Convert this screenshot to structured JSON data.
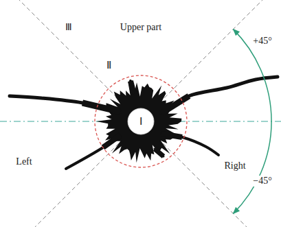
{
  "diagram": {
    "nodes": [
      {
        "text": [
          "Ⅱ"
        ]
      },
      {
        "text": [
          "Ⅰ"
        ],
        "in": 0
      }
    ],
    "labels": [
      "Ⅲ",
      "Upper part",
      "+45°",
      "Left",
      "Right",
      "−45°"
    ]
  }
}
